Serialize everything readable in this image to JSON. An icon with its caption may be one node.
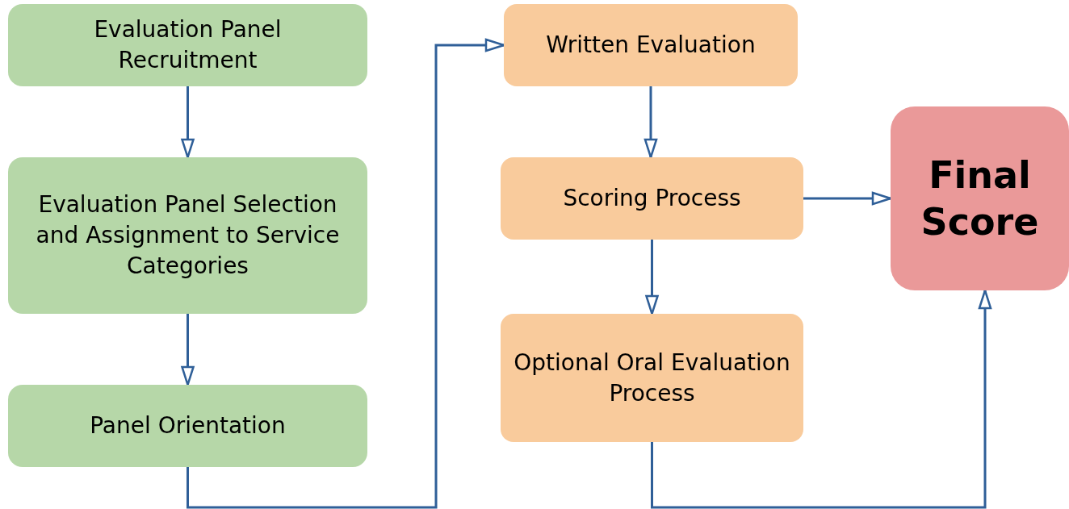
{
  "diagram": {
    "nodes": [
      {
        "text": [
          "Evaluation Panel Recruitment"
        ]
      },
      {
        "text": [
          "Evaluation Panel Selection and Assignment to Service Categories"
        ]
      },
      {
        "text": [
          "Panel Orientation"
        ]
      },
      {
        "text": [
          "Written Evaluation"
        ]
      },
      {
        "text": [
          "Scoring Process"
        ]
      },
      {
        "text": [
          "Optional Oral Evaluation Process"
        ]
      },
      {
        "text": [
          "Final Score"
        ]
      }
    ],
    "edges": [
      {
        "from": 0,
        "to": 1,
        "arrow": "to"
      },
      {
        "from": 1,
        "to": 2,
        "arrow": "to"
      },
      {
        "from": 2,
        "to": 3,
        "arrow": "to"
      },
      {
        "from": 3,
        "to": 4,
        "arrow": "to"
      },
      {
        "from": 4,
        "to": 6,
        "arrow": "to"
      },
      {
        "from": 4,
        "to": 5,
        "arrow": "to"
      },
      {
        "from": 5,
        "to": 6,
        "arrow": "to"
      }
    ]
  }
}
